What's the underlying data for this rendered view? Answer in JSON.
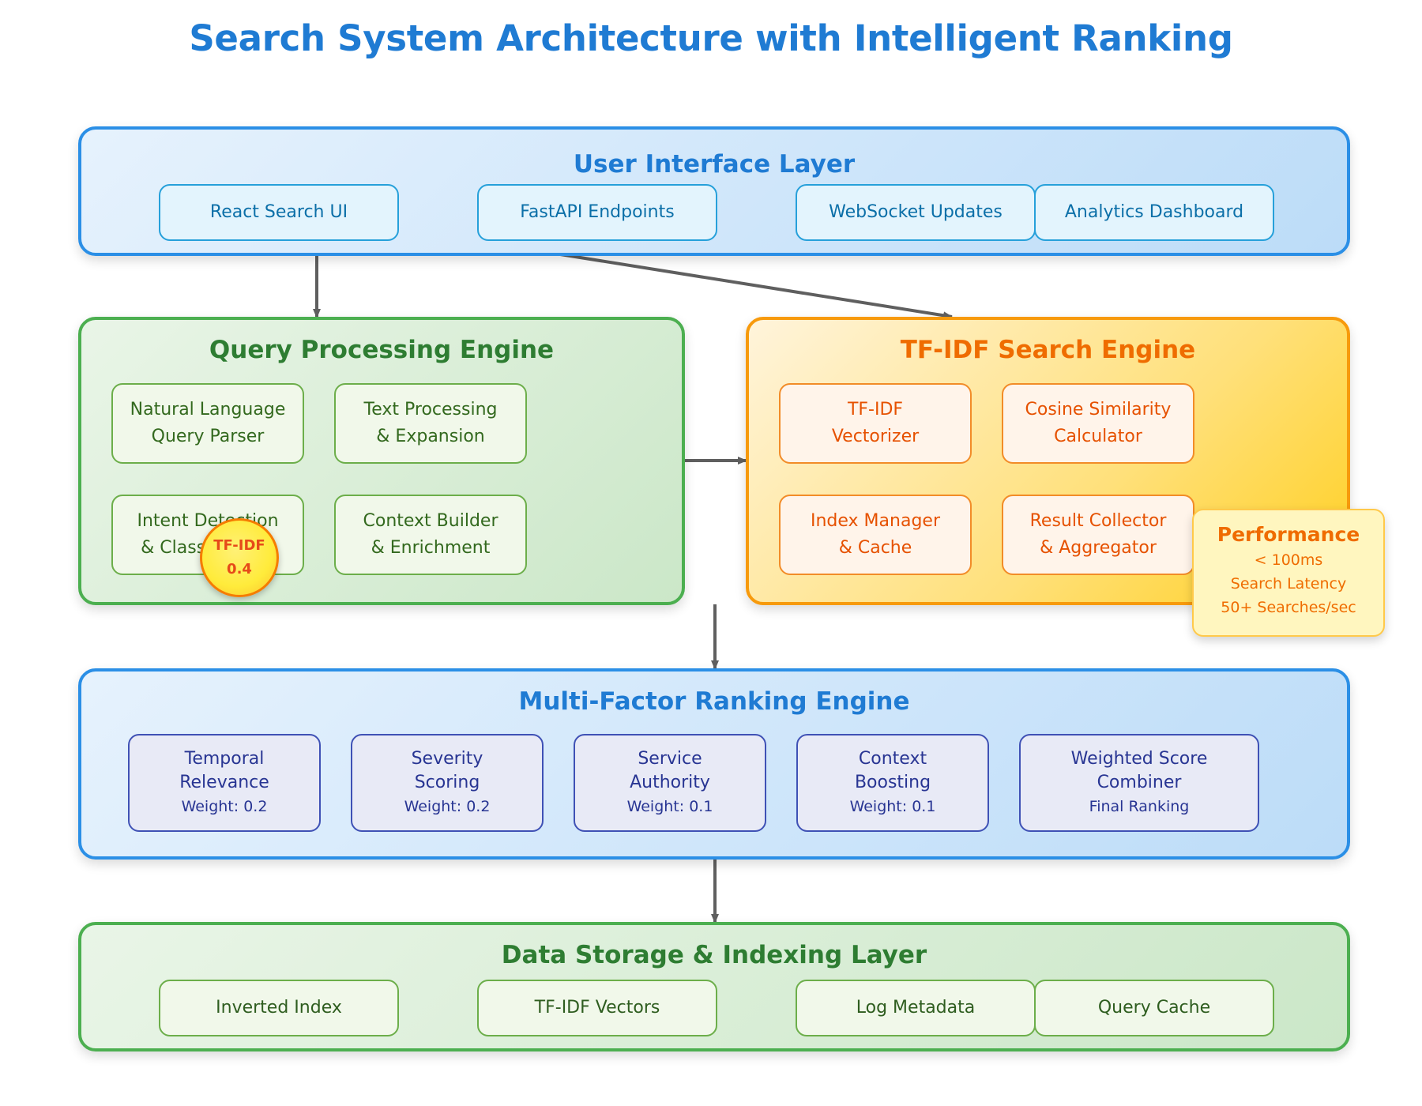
{
  "title": "Search System Architecture with Intelligent Ranking",
  "ui_layer": {
    "title": "User Interface Layer",
    "items": [
      "React Search UI",
      "FastAPI Endpoints",
      "WebSocket Updates",
      "Analytics Dashboard"
    ]
  },
  "query_engine": {
    "title": "Query Processing Engine",
    "items": [
      {
        "line1": "Natural Language",
        "line2": "Query Parser"
      },
      {
        "line1": "Text Processing",
        "line2": "& Expansion"
      },
      {
        "line1": "Intent Detection",
        "line2": "& Classification"
      },
      {
        "line1": "Context Builder",
        "line2": "& Enrichment"
      }
    ],
    "badge": {
      "label": "TF-IDF",
      "value": "0.4"
    }
  },
  "tfidf_engine": {
    "title": "TF-IDF Search Engine",
    "items": [
      {
        "line1": "TF-IDF",
        "line2": "Vectorizer"
      },
      {
        "line1": "Cosine Similarity",
        "line2": "Calculator"
      },
      {
        "line1": "Index Manager",
        "line2": "& Cache"
      },
      {
        "line1": "Result Collector",
        "line2": "& Aggregator"
      }
    ]
  },
  "performance": {
    "title": "Performance",
    "line1": "< 100ms",
    "line2": "Search Latency",
    "line3": "50+ Searches/sec"
  },
  "ranking_engine": {
    "title": "Multi-Factor Ranking Engine",
    "items": [
      {
        "line1": "Temporal",
        "line2": "Relevance",
        "sub": "Weight: 0.2"
      },
      {
        "line1": "Severity",
        "line2": "Scoring",
        "sub": "Weight: 0.2"
      },
      {
        "line1": "Service",
        "line2": "Authority",
        "sub": "Weight: 0.1"
      },
      {
        "line1": "Context",
        "line2": "Boosting",
        "sub": "Weight: 0.1"
      },
      {
        "line1": "Weighted Score",
        "line2": "Combiner",
        "sub": "Final Ranking"
      }
    ]
  },
  "storage_layer": {
    "title": "Data Storage & Indexing Layer",
    "items": [
      "Inverted Index",
      "TF-IDF Vectors",
      "Log Metadata",
      "Query Cache"
    ]
  },
  "colors": {
    "title": "#1f7bd3",
    "ui_border": "#2b8fe6",
    "green_border": "#4caf50",
    "orange_border": "#f79a0c",
    "ranking_box_border": "#3f51b5",
    "arrow": "#5f5f5f"
  }
}
